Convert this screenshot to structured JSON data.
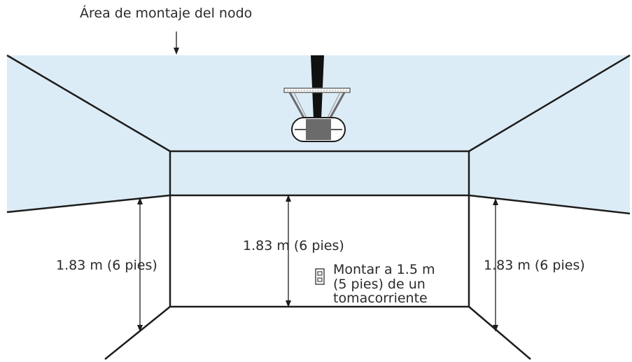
{
  "header": {
    "mount_area_label": "Área de montaje del nodo"
  },
  "dimensions": {
    "left": "1.83 m (6 pies)",
    "center": "1.83 m (6 pies)",
    "right": "1.83 m (6 pies)"
  },
  "outlet_note": {
    "line1": "Montar a 1.5 m",
    "line2": "(5 pies) de un",
    "line3": "tomacorriente"
  },
  "colors": {
    "mount_zone": "#dcecf6",
    "lines": "#1d1d1d",
    "text": "#2a2a2a",
    "device": "#6b6b6b"
  }
}
